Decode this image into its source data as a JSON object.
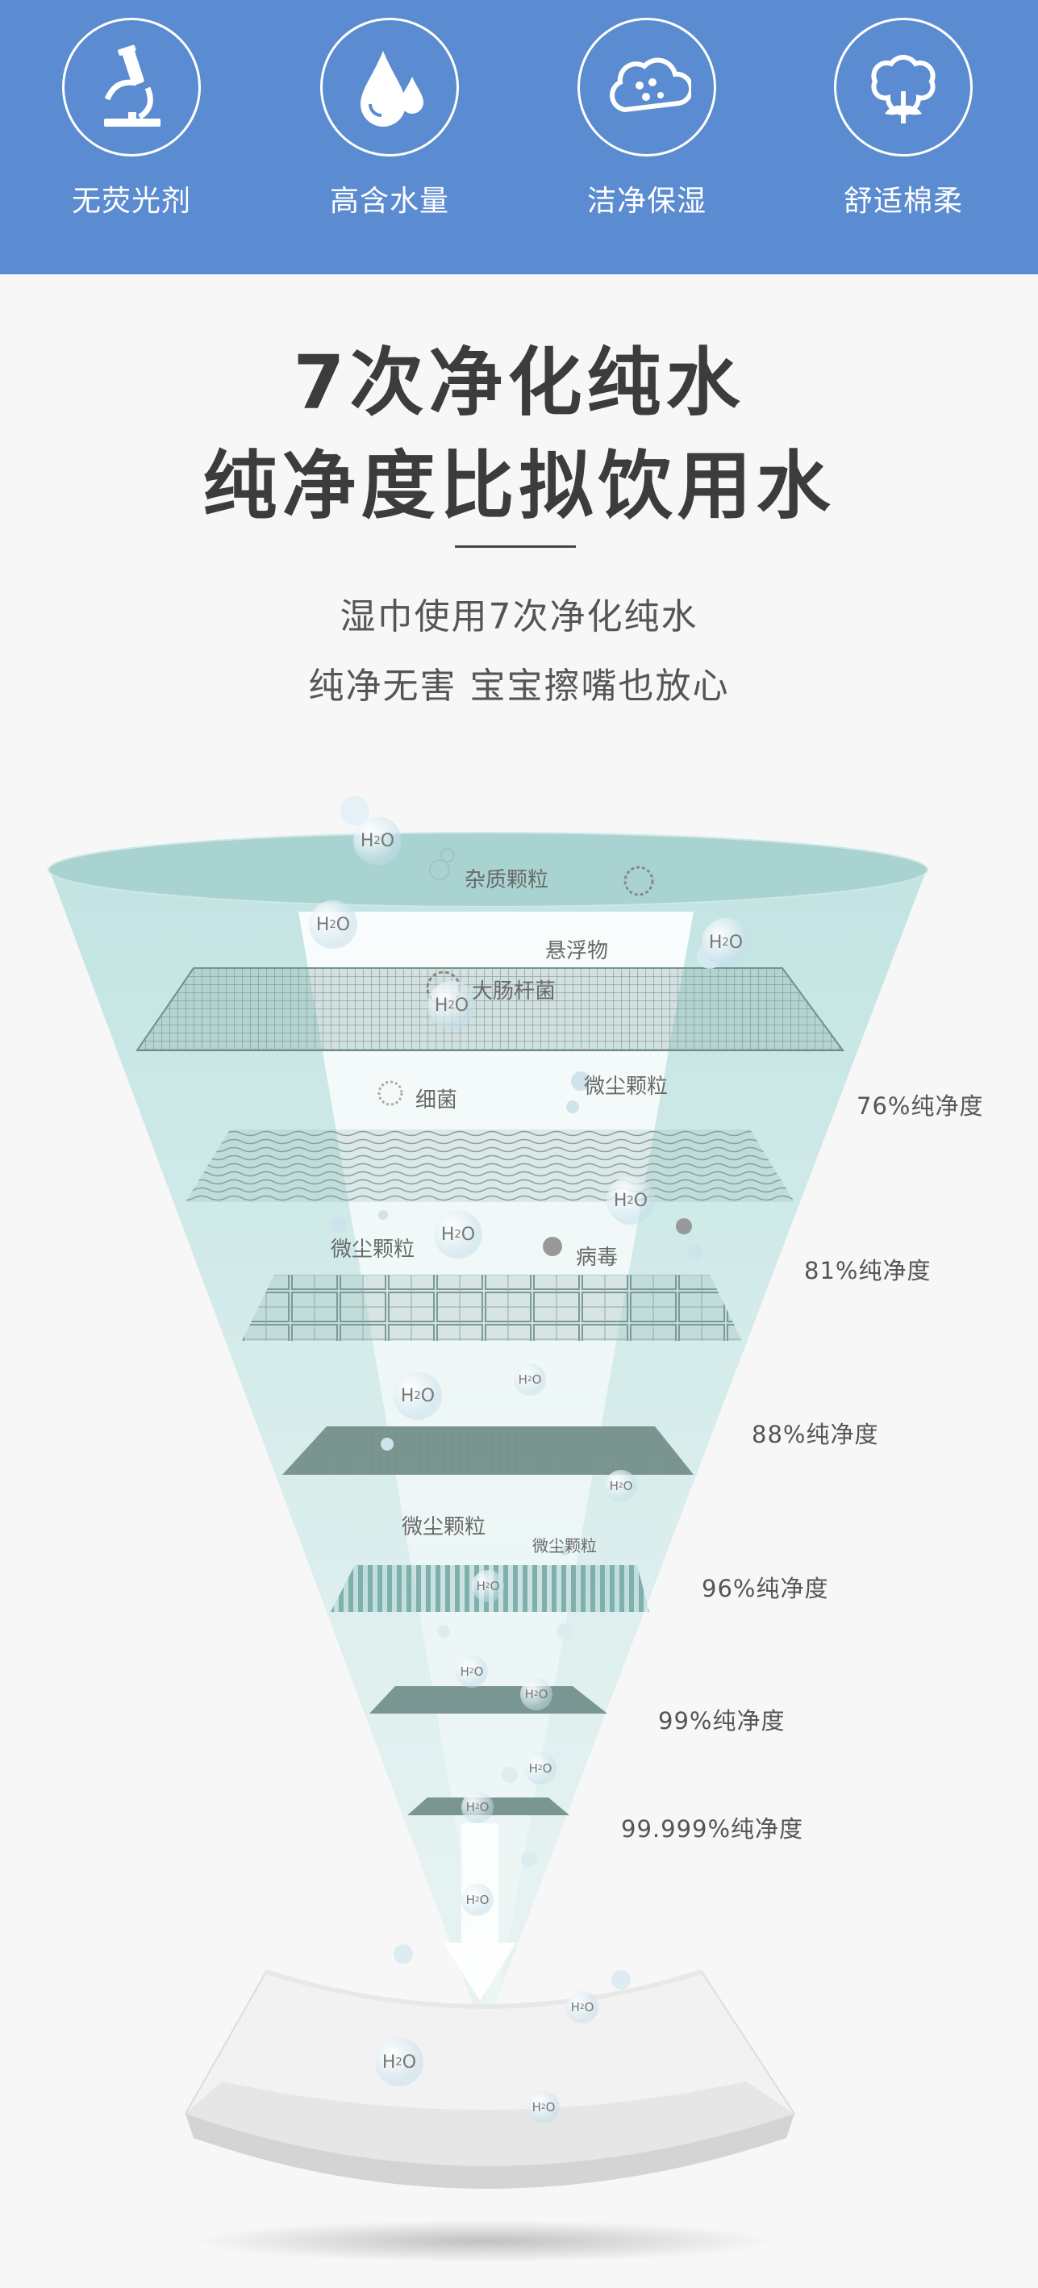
{
  "features": [
    {
      "label": "无荧光剂",
      "icon": "microscope-icon"
    },
    {
      "label": "高含水量",
      "icon": "water-drop-icon"
    },
    {
      "label": "洁净保湿",
      "icon": "cloud-icon"
    },
    {
      "label": "舒适棉柔",
      "icon": "cotton-icon"
    }
  ],
  "headline": {
    "line1": "7次净化纯水",
    "line2": "纯净度比拟饮用水"
  },
  "subtitle": {
    "line1": "湿巾使用7次净化纯水",
    "line2": "纯净无害 宝宝擦嘴也放心"
  },
  "impurities": {
    "zazhi": "杂质颗粒",
    "xuanfuwu": "悬浮物",
    "dachang": "大肠杆菌",
    "xijun": "细菌",
    "weichen1": "微尘颗粒",
    "weichen2": "微尘颗粒",
    "bingdu": "病毒",
    "weichen3": "微尘颗粒",
    "weichen4": "微尘颗粒"
  },
  "purity": [
    {
      "label": "76%纯净度"
    },
    {
      "label": "81%纯净度"
    },
    {
      "label": "88%纯净度"
    },
    {
      "label": "96%纯净度"
    },
    {
      "label": "99%纯净度"
    },
    {
      "label": "99.999%纯净度"
    }
  ],
  "molecule": {
    "h": "H",
    "sub": "2",
    "o": "O"
  },
  "colors": {
    "band": "#5b8bd0",
    "cone": "#bfe3e1",
    "layer": "#7d9a96"
  }
}
